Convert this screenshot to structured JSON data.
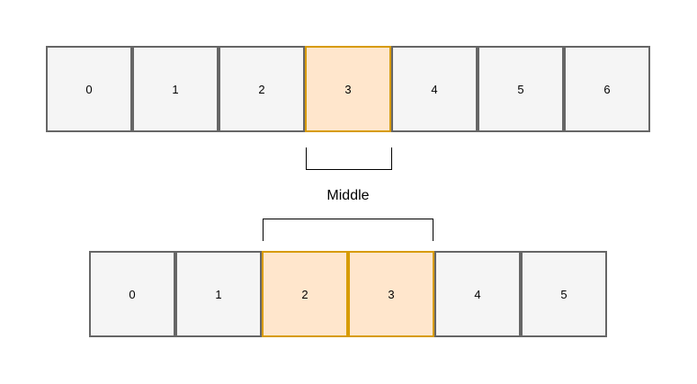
{
  "top_array": {
    "cells": [
      {
        "label": "0",
        "highlighted": false
      },
      {
        "label": "1",
        "highlighted": false
      },
      {
        "label": "2",
        "highlighted": false
      },
      {
        "label": "3",
        "highlighted": true
      },
      {
        "label": "4",
        "highlighted": false
      },
      {
        "label": "5",
        "highlighted": false
      },
      {
        "label": "6",
        "highlighted": false
      }
    ]
  },
  "middle_label": "Middle",
  "bottom_array": {
    "cells": [
      {
        "label": "0",
        "highlighted": false
      },
      {
        "label": "1",
        "highlighted": false
      },
      {
        "label": "2",
        "highlighted": true
      },
      {
        "label": "3",
        "highlighted": true
      },
      {
        "label": "4",
        "highlighted": false
      },
      {
        "label": "5",
        "highlighted": false
      }
    ]
  },
  "colors": {
    "cell_fill": "#f5f5f5",
    "cell_border": "#666666",
    "highlight_fill": "#ffe6cc",
    "highlight_border": "#d79b00"
  }
}
